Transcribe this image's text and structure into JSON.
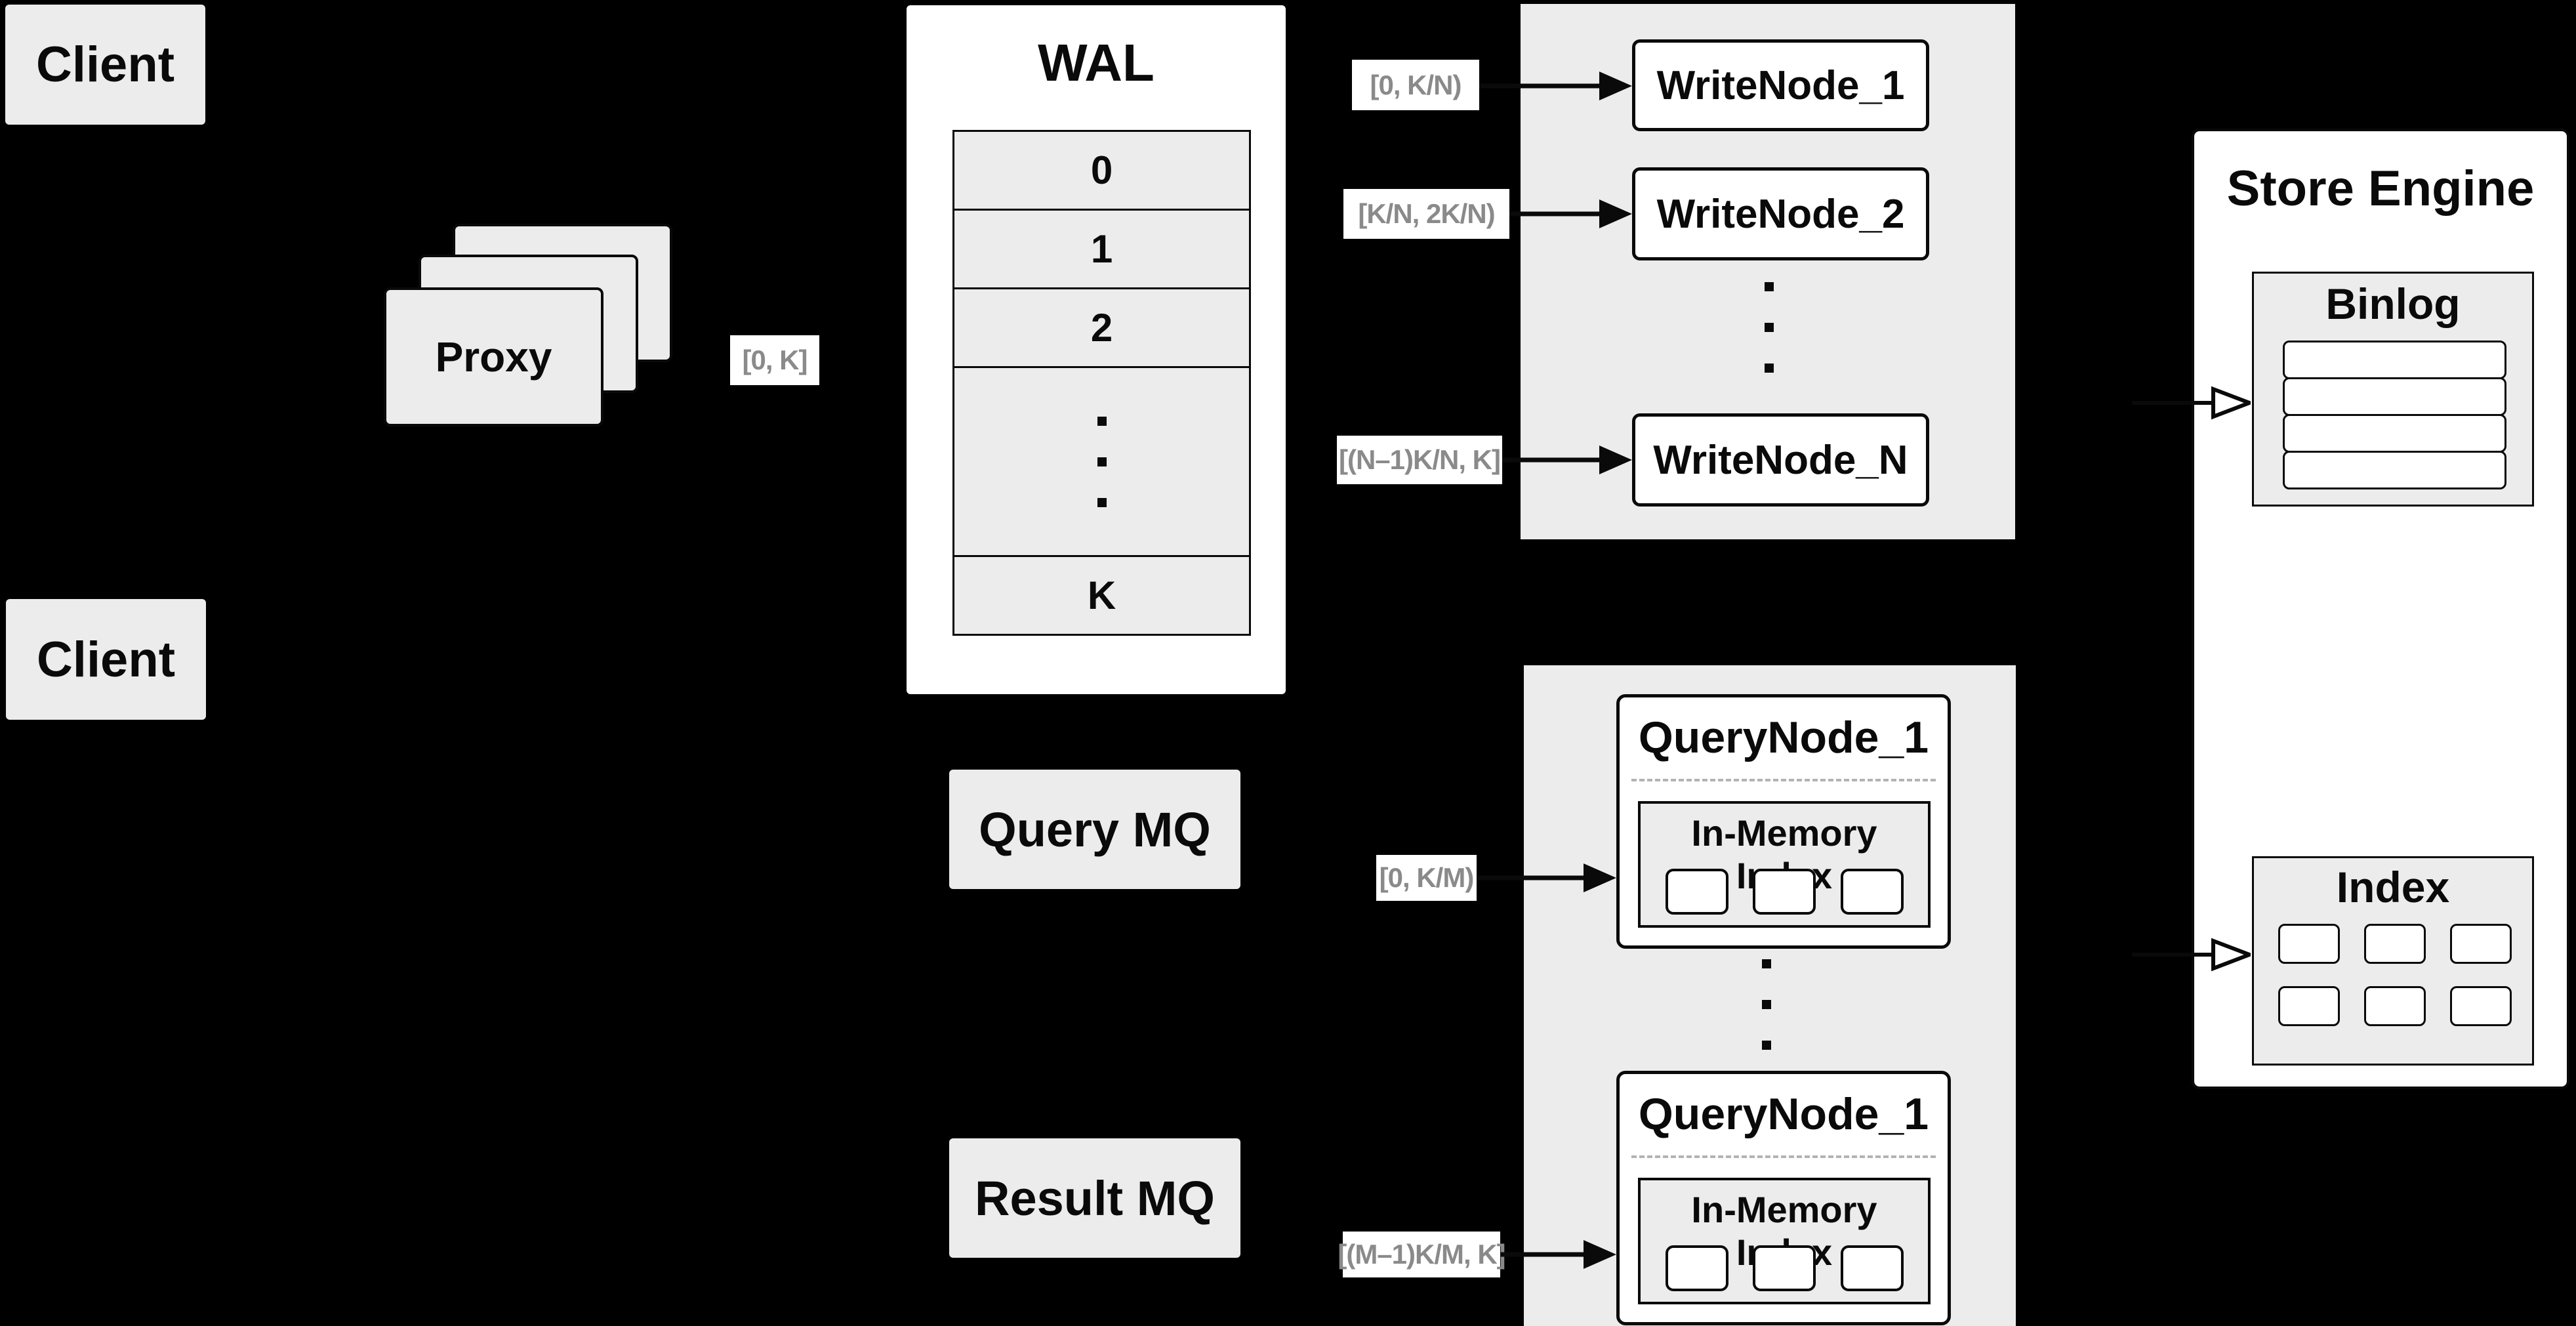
{
  "colors": {
    "background": "#000000",
    "panel_gray": "#ececec",
    "box_white": "#ffffff",
    "border_black": "#0a0a0a",
    "label_text_gray": "#8a8a8a",
    "dash_gray": "#b3b3b3"
  },
  "clients": {
    "top": "Client",
    "bottom": "Client"
  },
  "proxy": {
    "label": "Proxy"
  },
  "labels": {
    "client_to_wal": "[0, K]",
    "wn1": "[0,  K/N)",
    "wn2": "[K/N, 2K/N)",
    "wnN": "[(N–1)K/N,  K]",
    "qn1": "[0, K/M)",
    "qn2": "[(M–1)K/M, K]"
  },
  "wal": {
    "title": "WAL",
    "segments": [
      "0",
      "1",
      "2",
      "K"
    ]
  },
  "write_nodes": [
    "WriteNode_1",
    "WriteNode_2",
    "WriteNode_N"
  ],
  "store_engine": {
    "title": "Store Engine",
    "binlog": "Binlog",
    "index": "Index"
  },
  "mq": {
    "query": "Query MQ",
    "result": "Result MQ"
  },
  "query_nodes": [
    {
      "title": "QueryNode_1",
      "inmem": "In-Memory Index"
    },
    {
      "title": "QueryNode_1",
      "inmem": "In-Memory Index"
    }
  ]
}
